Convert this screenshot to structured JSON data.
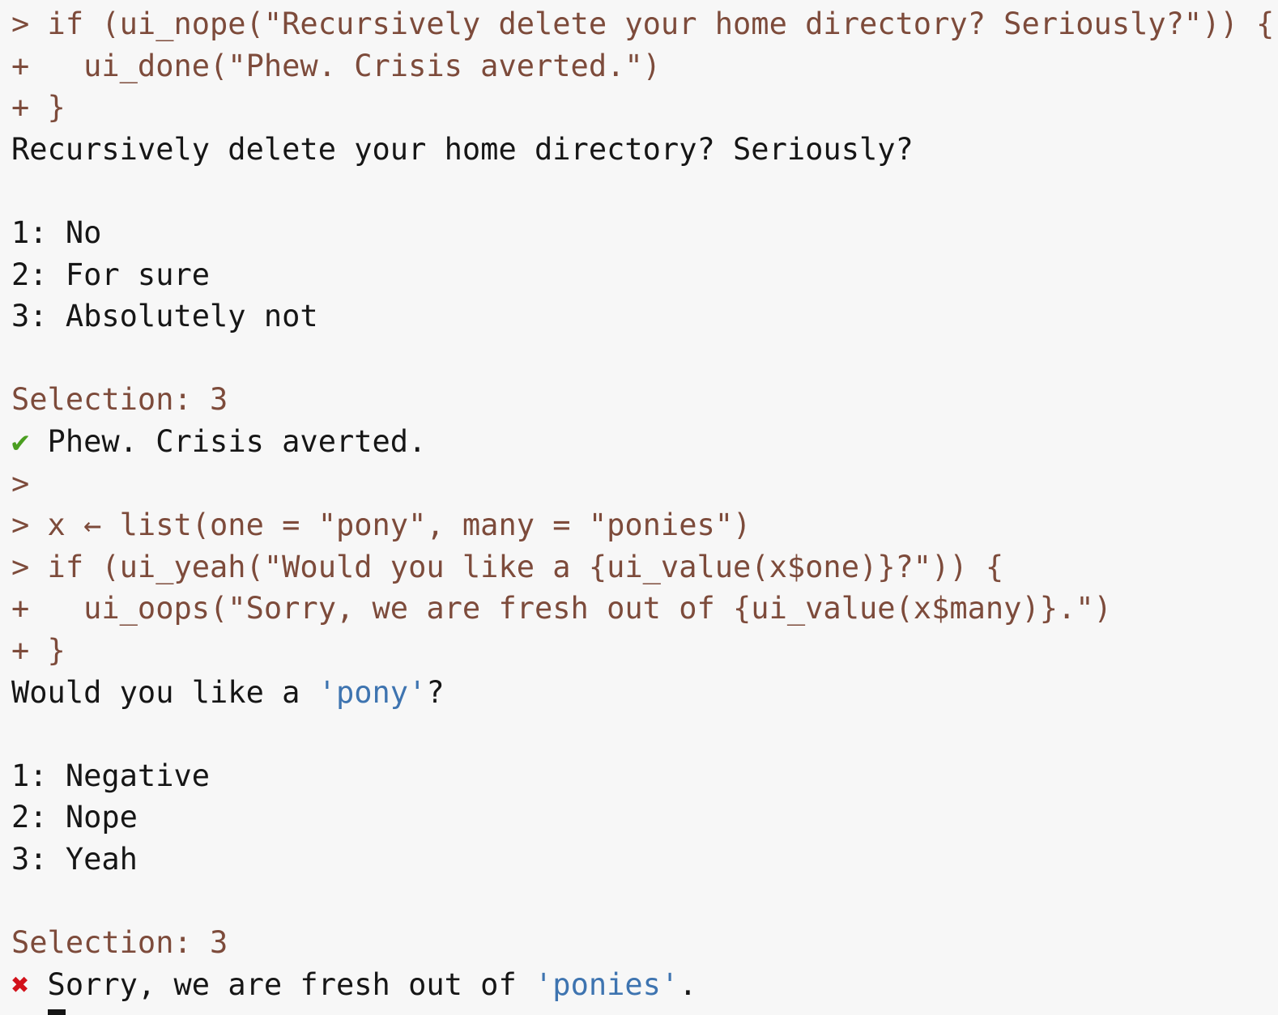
{
  "terminal": {
    "app": "R console",
    "background": "#f7f7f7",
    "palette": {
      "input_brown": "#7d4b3b",
      "output_black": "#161616",
      "value_blue": "#3e74b0",
      "success_green": "#4a9e20",
      "error_red": "#d2121b"
    },
    "icons": {
      "success": "✔",
      "error": "✖"
    },
    "cursor": {
      "shape": "block",
      "color": "#161616"
    }
  },
  "lines": [
    {
      "segs": [
        {
          "t": "> if (ui_nope(\"Recursively delete your home directory? Seriously?\")) {",
          "c": "input"
        }
      ]
    },
    {
      "segs": [
        {
          "t": "+   ui_done(\"Phew. Crisis averted.\")",
          "c": "input"
        }
      ]
    },
    {
      "segs": [
        {
          "t": "+ }",
          "c": "input"
        }
      ]
    },
    {
      "segs": [
        {
          "t": "Recursively delete your home directory? Seriously?",
          "c": "output"
        }
      ]
    },
    {
      "segs": []
    },
    {
      "segs": [
        {
          "t": "1: No",
          "c": "output"
        }
      ]
    },
    {
      "segs": [
        {
          "t": "2: For sure",
          "c": "output"
        }
      ]
    },
    {
      "segs": [
        {
          "t": "3: Absolutely not",
          "c": "output"
        }
      ]
    },
    {
      "segs": []
    },
    {
      "segs": [
        {
          "t": "Selection: 3",
          "c": "input"
        }
      ]
    },
    {
      "segs": [
        {
          "t": "✔",
          "c": "green"
        },
        {
          "t": " Phew. Crisis averted.",
          "c": "output"
        }
      ]
    },
    {
      "segs": [
        {
          "t": ">",
          "c": "input"
        }
      ]
    },
    {
      "segs": [
        {
          "t": "> x ← list(one = \"pony\", many = \"ponies\")",
          "c": "input"
        }
      ]
    },
    {
      "segs": [
        {
          "t": "> if (ui_yeah(\"Would you like a {ui_value(x$one)}?\")) {",
          "c": "input"
        }
      ]
    },
    {
      "segs": [
        {
          "t": "+   ui_oops(\"Sorry, we are fresh out of {ui_value(x$many)}.\")",
          "c": "input"
        }
      ]
    },
    {
      "segs": [
        {
          "t": "+ }",
          "c": "input"
        }
      ]
    },
    {
      "segs": [
        {
          "t": "Would you like a ",
          "c": "output"
        },
        {
          "t": "'pony'",
          "c": "blue"
        },
        {
          "t": "?",
          "c": "output"
        }
      ]
    },
    {
      "segs": []
    },
    {
      "segs": [
        {
          "t": "1: Negative",
          "c": "output"
        }
      ]
    },
    {
      "segs": [
        {
          "t": "2: Nope",
          "c": "output"
        }
      ]
    },
    {
      "segs": [
        {
          "t": "3: Yeah",
          "c": "output"
        }
      ]
    },
    {
      "segs": []
    },
    {
      "segs": [
        {
          "t": "Selection: 3",
          "c": "input"
        }
      ]
    },
    {
      "segs": [
        {
          "t": "✖",
          "c": "red"
        },
        {
          "t": " Sorry, we are fresh out of ",
          "c": "output"
        },
        {
          "t": "'ponies'",
          "c": "blue"
        },
        {
          "t": ".",
          "c": "output"
        }
      ]
    },
    {
      "segs": [
        {
          "t": "> ",
          "c": "input"
        }
      ]
    }
  ]
}
